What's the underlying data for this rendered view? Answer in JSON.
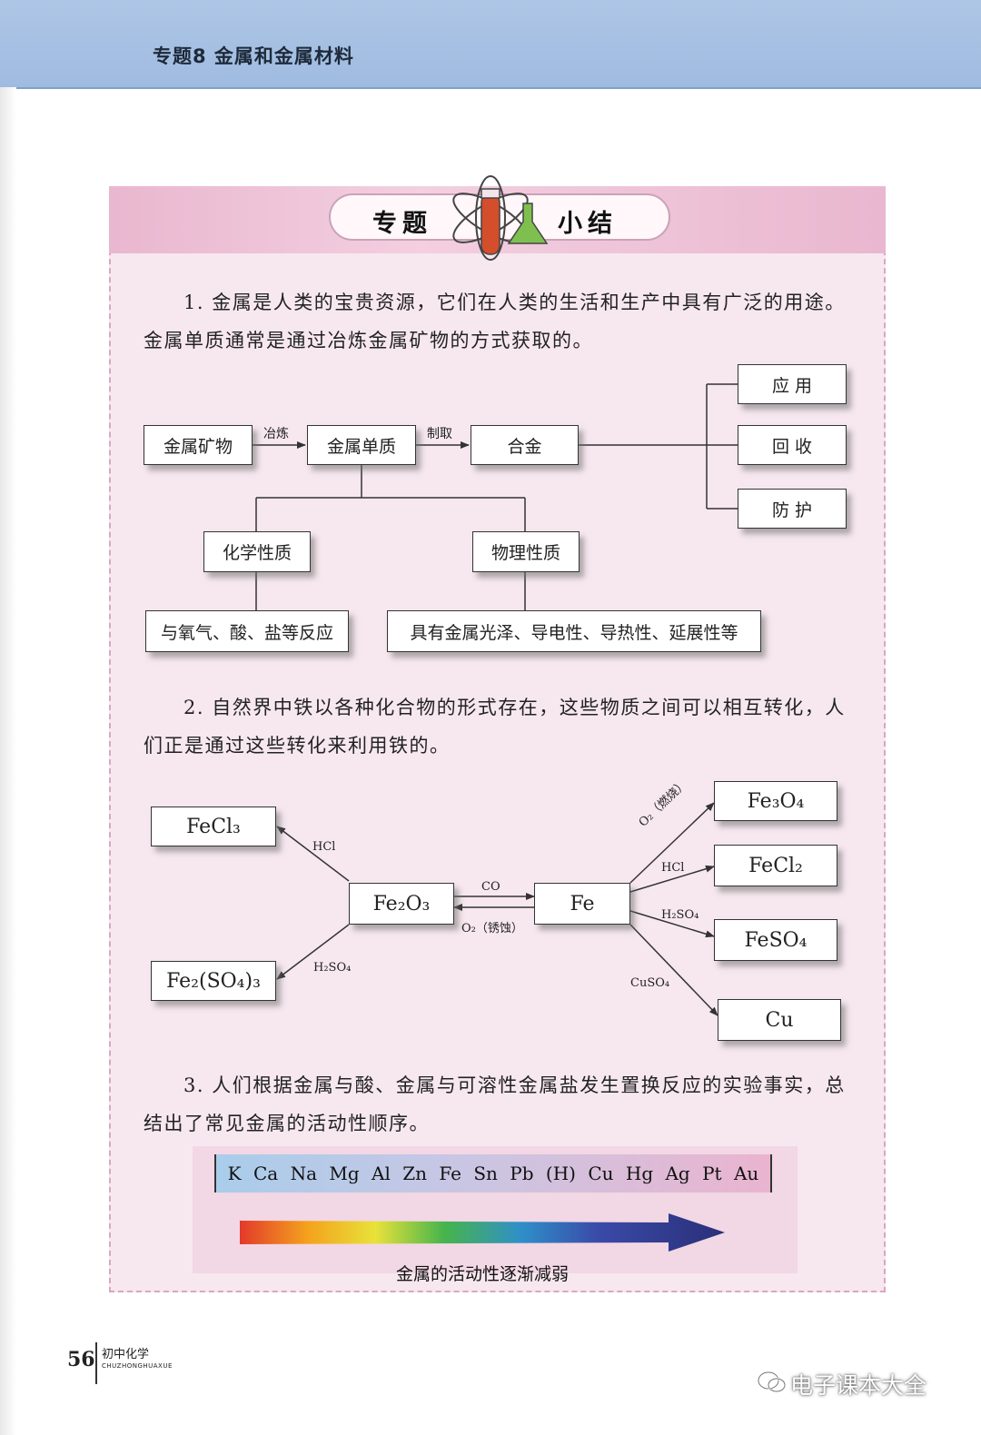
{
  "header": {
    "title": "专题8  金属和金属材料"
  },
  "banner": {
    "left_word": "专题",
    "right_word": "小结"
  },
  "sections": [
    {
      "text": "1. 金属是人类的宝贵资源，它们在人类的生活和生产中具有广泛的用途。金属单质通常是通过冶炼金属矿物的方式获取的。"
    },
    {
      "text": "2. 自然界中铁以各种化合物的形式存在，这些物质之间可以相互转化，人们正是通过这些转化来利用铁的。"
    },
    {
      "text": "3. 人们根据金属与酸、金属与可溶性金属盐发生置换反应的实验事实，总结出了常见金属的活动性顺序。"
    }
  ],
  "diagram1": {
    "ore": "金属矿物",
    "smelt_label": "冶炼",
    "metal": "金属单质",
    "make_label": "制取",
    "alloy": "合金",
    "application": "应 用",
    "recycle": "回 收",
    "protection": "防 护",
    "chemical": "化学性质",
    "physical": "物理性质",
    "chemical_desc": "与氧气、酸、盐等反应",
    "physical_desc": "具有金属光泽、导电性、导热性、延展性等"
  },
  "diagram2": {
    "fecl3": "FeCl₃",
    "fe2so43": "Fe₂(SO₄)₃",
    "fe2o3": "Fe₂O₃",
    "fe": "Fe",
    "fe3o4": "Fe₃O₄",
    "fecl2": "FeCl₂",
    "feso4": "FeSO₄",
    "cu": "Cu",
    "label_hcl_left": "HCl",
    "label_h2so4_left": "H₂SO₄",
    "label_co": "CO",
    "label_o2_rust": "O₂（锈蚀）",
    "label_o2_burn": "O₂（燃烧）",
    "label_hcl_right": "HCl",
    "label_h2so4_right": "H₂SO₄",
    "label_cuso4": "CuSO₄"
  },
  "activity_series": {
    "metals": [
      "K",
      "Ca",
      "Na",
      "Mg",
      "Al",
      "Zn",
      "Fe",
      "Sn",
      "Pb",
      "(H)",
      "Cu",
      "Hg",
      "Ag",
      "Pt",
      "Au"
    ],
    "caption": "金属的活动性逐渐减弱"
  },
  "footer": {
    "page_number": "56",
    "book_name": "初中化学",
    "book_pinyin": "CHUZHONGHUAXUE",
    "watermark": "电子课本大全"
  }
}
